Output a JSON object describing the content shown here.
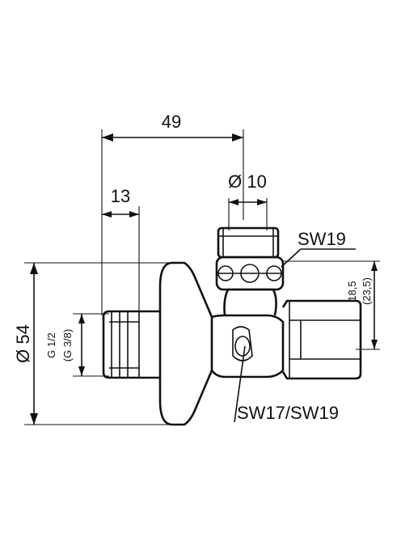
{
  "dimensions": {
    "overall_length": "49",
    "thread_length": "13",
    "spindle_diameter": "Ø 10",
    "body_diameter": "Ø 54",
    "thread_main": "G 1/2",
    "thread_alt": "(G 3/8)",
    "outlet_height_main": "18,5",
    "outlet_height_alt": "(23,5)"
  },
  "wrench_sizes": {
    "top": "SW19",
    "body": "SW17/SW19"
  },
  "colors": {
    "line": "#111111",
    "background": "#ffffff"
  }
}
